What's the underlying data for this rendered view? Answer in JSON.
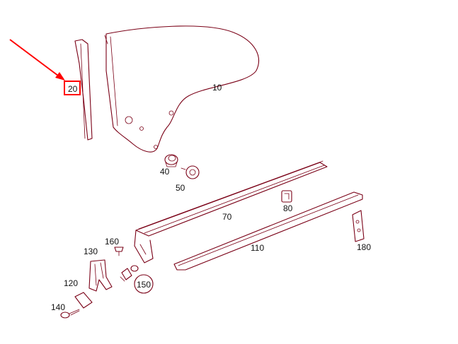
{
  "colors": {
    "line": "#7a0016",
    "highlight": "#ff0000",
    "text": "#111111",
    "background": "#ffffff"
  },
  "highlight": {
    "part": "20",
    "marker": "red-arrow"
  },
  "labels": {
    "p10": "10",
    "p20": "20",
    "p40": "40",
    "p50": "50",
    "p70": "70",
    "p80": "80",
    "p110": "110",
    "p120": "120",
    "p130": "130",
    "p140": "140",
    "p150": "150",
    "p160": "160",
    "p180": "180"
  }
}
